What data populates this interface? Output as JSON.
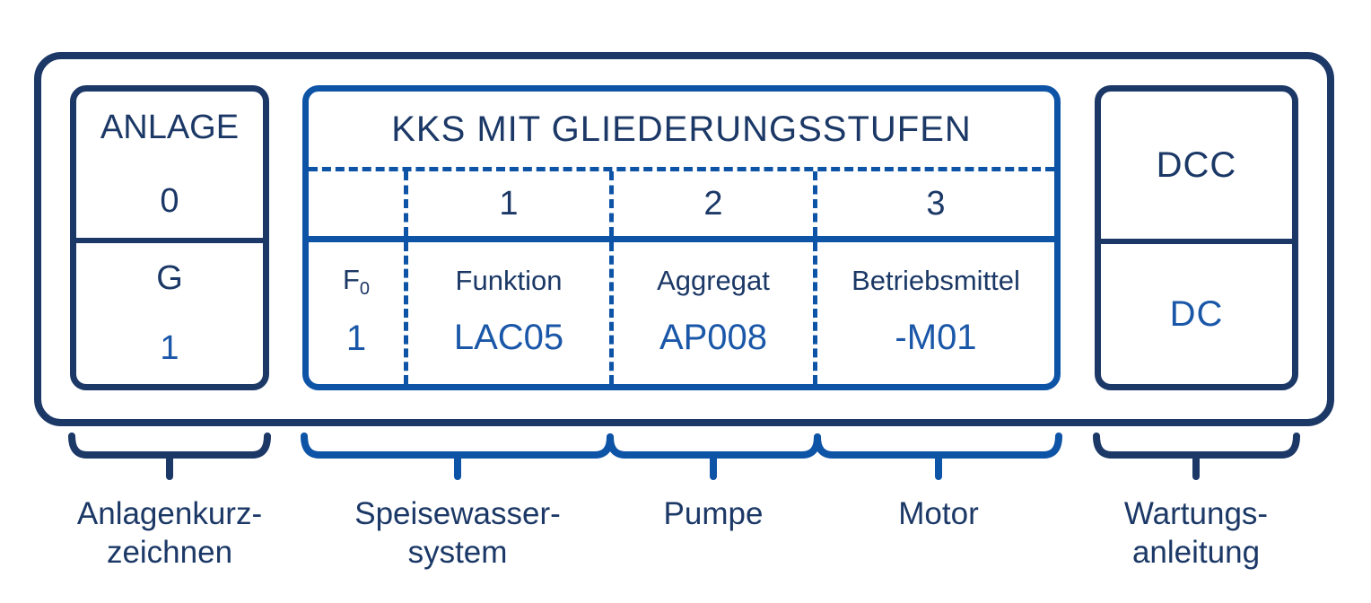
{
  "palette": {
    "navy": "#1B3866",
    "blue": "#0D53A6",
    "value_blue": "#1A57A8",
    "bg": "#FFFFFF"
  },
  "plant_box": {
    "title": "ANLAGE",
    "level": "0",
    "code": "G",
    "code_value": "1"
  },
  "kks_box": {
    "title": "KKS MIT GLIEDERUNGSSTUFEN",
    "columns": [
      {
        "level": "",
        "label": "F",
        "label_sub": "0",
        "value": "1"
      },
      {
        "level": "1",
        "label": "Funktion",
        "label_sub": "",
        "value": "LAC05"
      },
      {
        "level": "2",
        "label": "Aggregat",
        "label_sub": "",
        "value": "AP008"
      },
      {
        "level": "3",
        "label": "Betriebsmittel",
        "label_sub": "",
        "value": "-M01"
      }
    ]
  },
  "dcc_box": {
    "top": "DCC",
    "bottom": "DC"
  },
  "braces": [
    {
      "line1": "Anlagenkurz-",
      "line2": "zeichnen"
    },
    {
      "line1": "Speisewasser-",
      "line2": "system"
    },
    {
      "line1": "Pumpe",
      "line2": ""
    },
    {
      "line1": "Motor",
      "line2": ""
    },
    {
      "line1": "Wartungs-",
      "line2": "anleitung"
    }
  ]
}
